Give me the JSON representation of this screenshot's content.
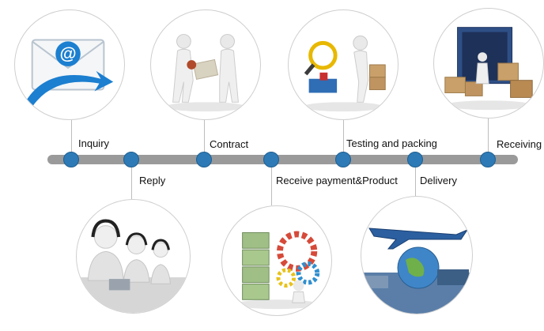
{
  "steps": [
    {
      "label": "Inquiry"
    },
    {
      "label": "Reply"
    },
    {
      "label": "Contract"
    },
    {
      "label": "Receive payment&Product"
    },
    {
      "label": "Testing and packing"
    },
    {
      "label": "Delivery"
    },
    {
      "label": "Receiving"
    }
  ],
  "colors": {
    "node": "#2d7ab6",
    "bar": "#9a9a9a",
    "envelope_arrow": "#1c7fd0"
  },
  "icons": {
    "inquiry": "email-envelope-icon",
    "reply": "call-center-operators-icon",
    "contract": "handshake-contract-icon",
    "payment": "money-and-gears-icon",
    "testing": "magnifier-inspection-icon",
    "delivery": "airplane-globe-icon",
    "receiving": "container-boxes-icon"
  }
}
